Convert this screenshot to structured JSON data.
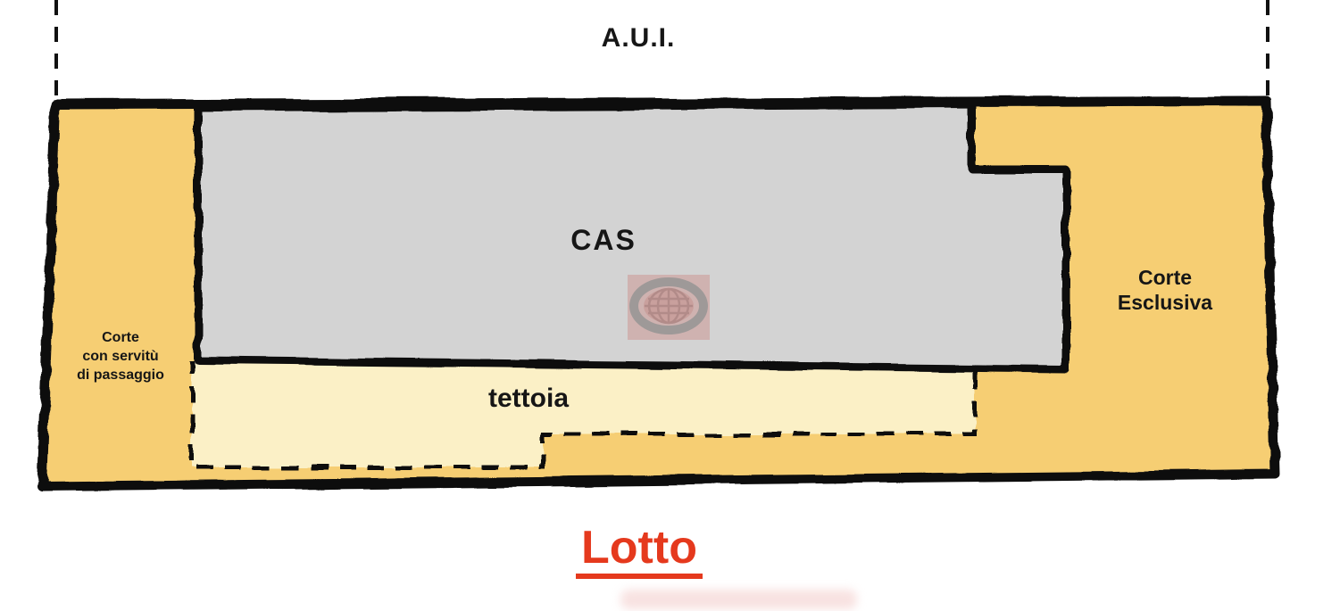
{
  "diagram": {
    "labels": {
      "aui": "A.U.I.",
      "cas": "CAS",
      "tettoia": "tettoia",
      "corte_servitu": {
        "lines": [
          "Corte",
          "con servitù",
          "di passaggio"
        ]
      },
      "corte_esclusiva": {
        "lines": [
          "Corte",
          "Esclusiva"
        ]
      },
      "lotto": "Lotto"
    },
    "colors": {
      "lot_fill": "#F6CE73",
      "tettoia_fill": "#FBF0C6",
      "cas_fill": "#D3D3D3",
      "boundary": "#111111",
      "lotto_text": "#E5391D",
      "watermark_red": "#C4554C"
    },
    "icons": {
      "watermark": "globe-logo-watermark"
    }
  }
}
